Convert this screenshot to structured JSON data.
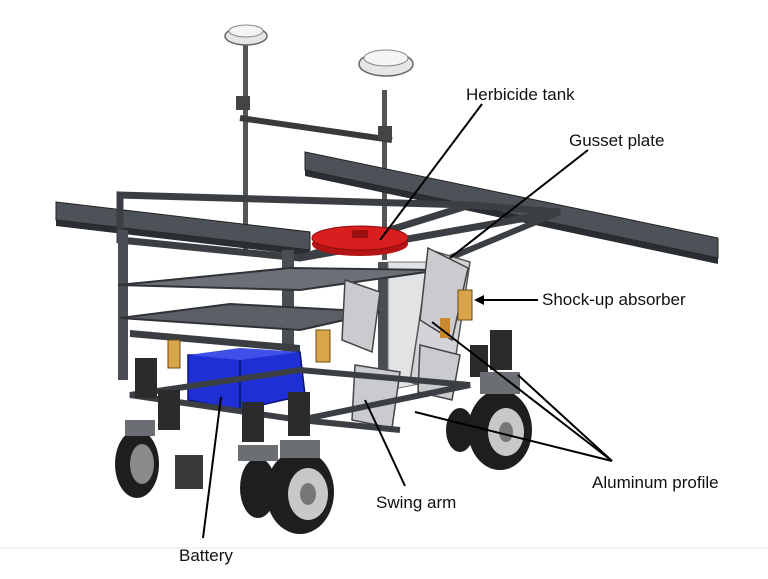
{
  "labels": {
    "herbicide_tank": "Herbicide tank",
    "gusset_plate": "Gusset plate",
    "shock_absorber": "Shock-up absorber",
    "aluminum_profile": "Aluminum profile",
    "swing_arm": "Swing arm",
    "battery": "Battery"
  },
  "colors": {
    "frame": "#5a5f66",
    "frame_dark": "#2f3338",
    "plate": "#d9dadc",
    "tank": "#d81e1e",
    "battery": "#1f2fd6",
    "tire": "#1e1e1e",
    "rim": "#c8c8c8",
    "shock": "#d9a54a",
    "antenna": "#e6e6e6",
    "leader": "#000000"
  }
}
